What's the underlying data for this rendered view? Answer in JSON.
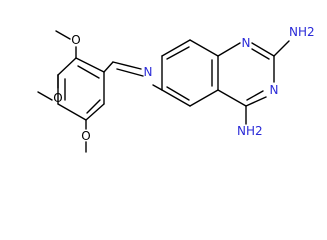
{
  "molecule": {
    "atom_labels": {
      "n1": "N",
      "n3": "N",
      "nh2_top": "NH2",
      "nh2_bottom": "NH2",
      "imine_n": "N",
      "o_top": "O",
      "o_mid": "O",
      "o_bottom": "O"
    },
    "colors": {
      "nitrogen": "#2b2bd8",
      "carbon_bond": "#000000",
      "oxygen": "#000000",
      "background": "#ffffff"
    }
  }
}
